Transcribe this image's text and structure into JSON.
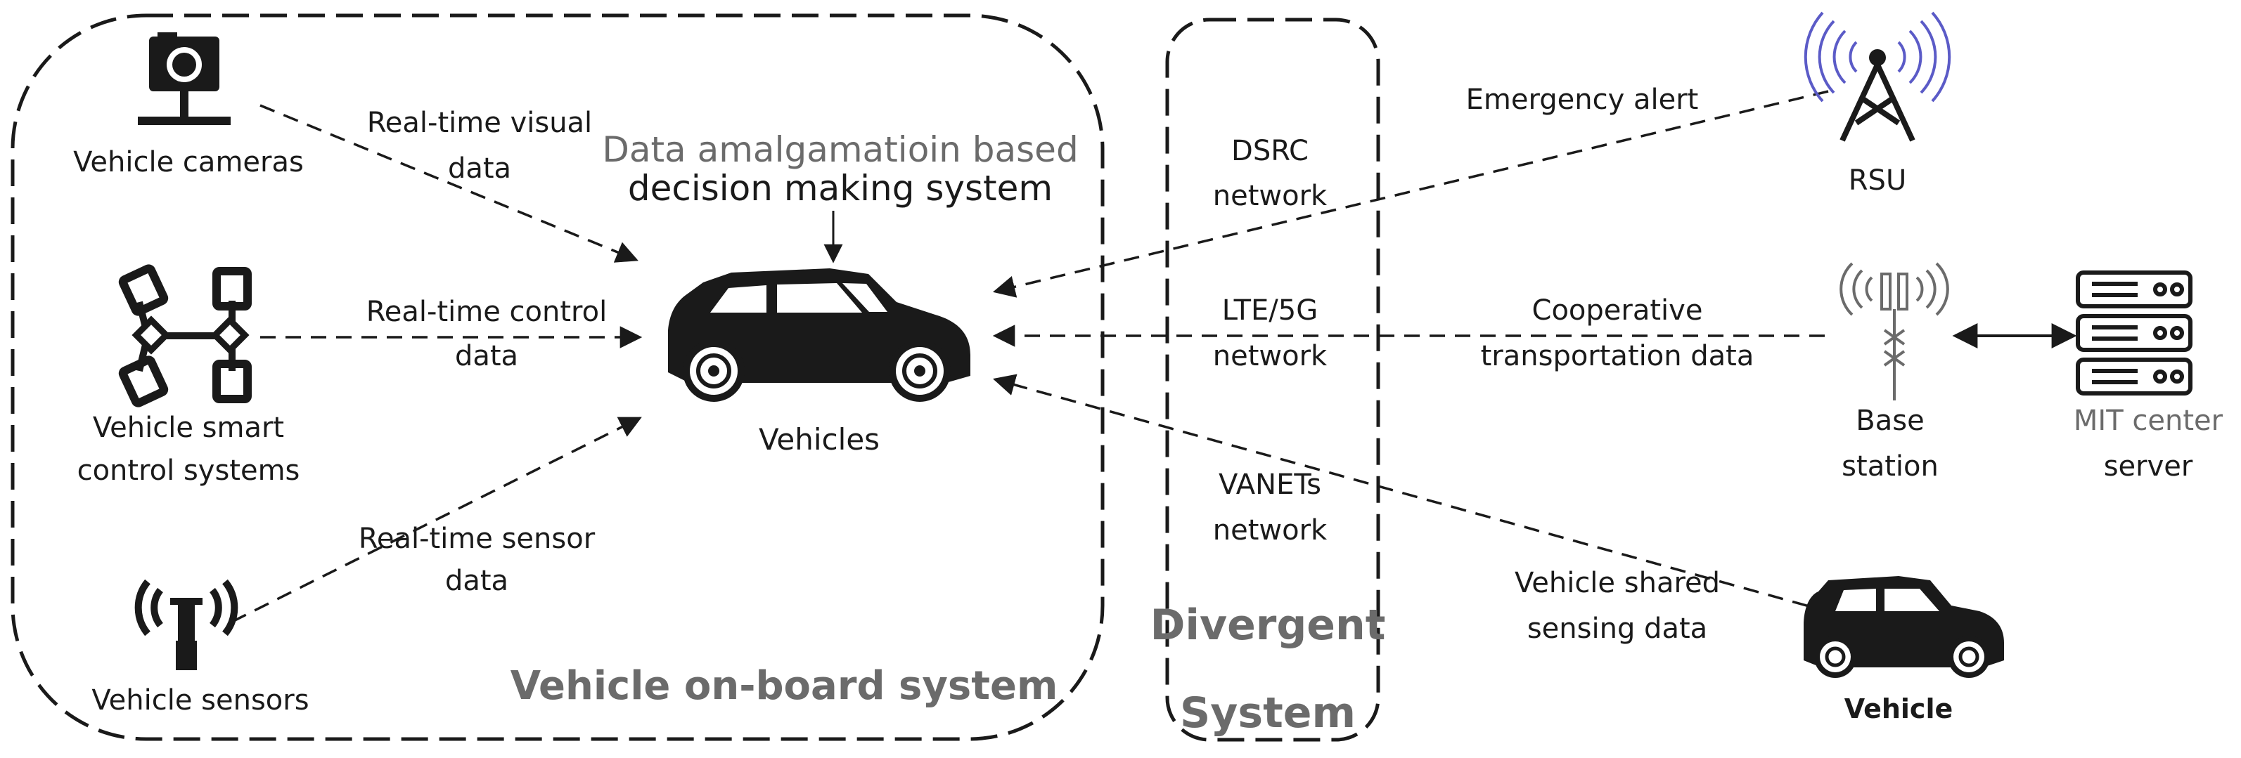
{
  "regions": {
    "onboard_title": "Vehicle on-board system",
    "divergent_title_1": "Divergent",
    "divergent_title_2": "System"
  },
  "decision_system": {
    "line1": "Data amalgamatioin based",
    "line2": "decision making system"
  },
  "center_vehicle": {
    "label": "Vehicles"
  },
  "sources": {
    "cameras": "Vehicle cameras",
    "control_1": "Vehicle smart",
    "control_2": "control systems",
    "sensors": "Vehicle sensors"
  },
  "flows": {
    "visual_1": "Real-time visual",
    "visual_2": "data",
    "control_1": "Real-time control",
    "control_2": "data",
    "sensor_1": "Real-time sensor",
    "sensor_2": "data"
  },
  "networks": {
    "dsrc_1": "DSRC",
    "dsrc_2": "network",
    "lte_1": "LTE/5G",
    "lte_2": "network",
    "vanet_1": "VANETs",
    "vanet_2": "network"
  },
  "external": {
    "emergency": "Emergency alert",
    "rsu": "RSU",
    "coop_1": "Cooperative",
    "coop_2": "transportation data",
    "base_1": "Base",
    "base_2": "station",
    "mit_1": "MIT center",
    "mit_2": "server",
    "shared_1": "Vehicle shared",
    "shared_2": "sensing data",
    "vehicle": "Vehicle"
  },
  "colors": {
    "stroke": "#1a1a1a",
    "muted": "#6b6b6b",
    "signal": "#5b5bc7"
  }
}
